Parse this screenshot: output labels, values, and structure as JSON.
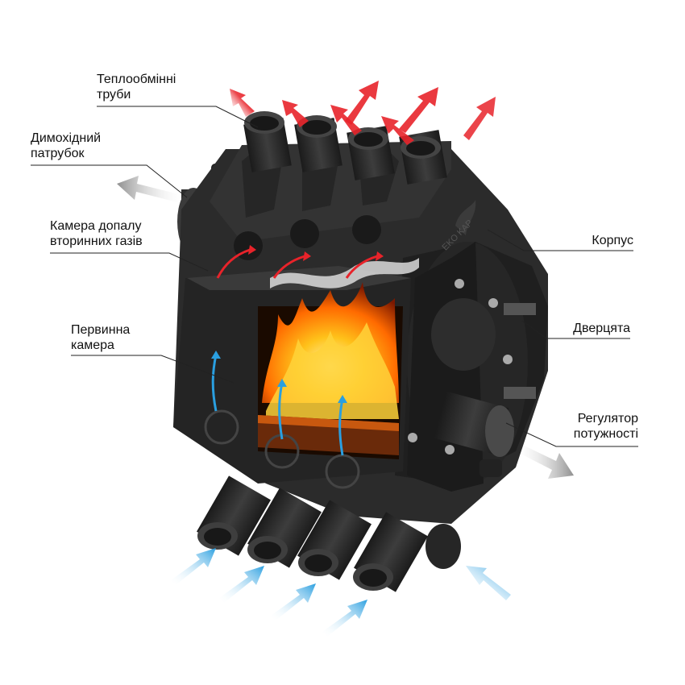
{
  "labels": {
    "heat_tubes": [
      "Теплообмінні",
      "труби"
    ],
    "flue_pipe": [
      "Димохідний",
      "патрубок"
    ],
    "afterburn": [
      "Камера допалу",
      "вторинних газів"
    ],
    "primary": [
      "Первинна",
      "камера"
    ],
    "body": [
      "Корпус"
    ],
    "door": [
      "Дверцята"
    ],
    "regulator": [
      "Регулятор",
      "потужності"
    ]
  },
  "logo_text": "EKO KAP",
  "colors": {
    "hot_arrow": "#e8232a",
    "cold_arrow": "#2a9fe0",
    "exhaust_arrow": "#9a9a9a",
    "metal": "#2b2b2b",
    "metal_dark": "#1c1c1c",
    "metal_light": "#3a3a3a",
    "flame": "#ff9a1a"
  }
}
